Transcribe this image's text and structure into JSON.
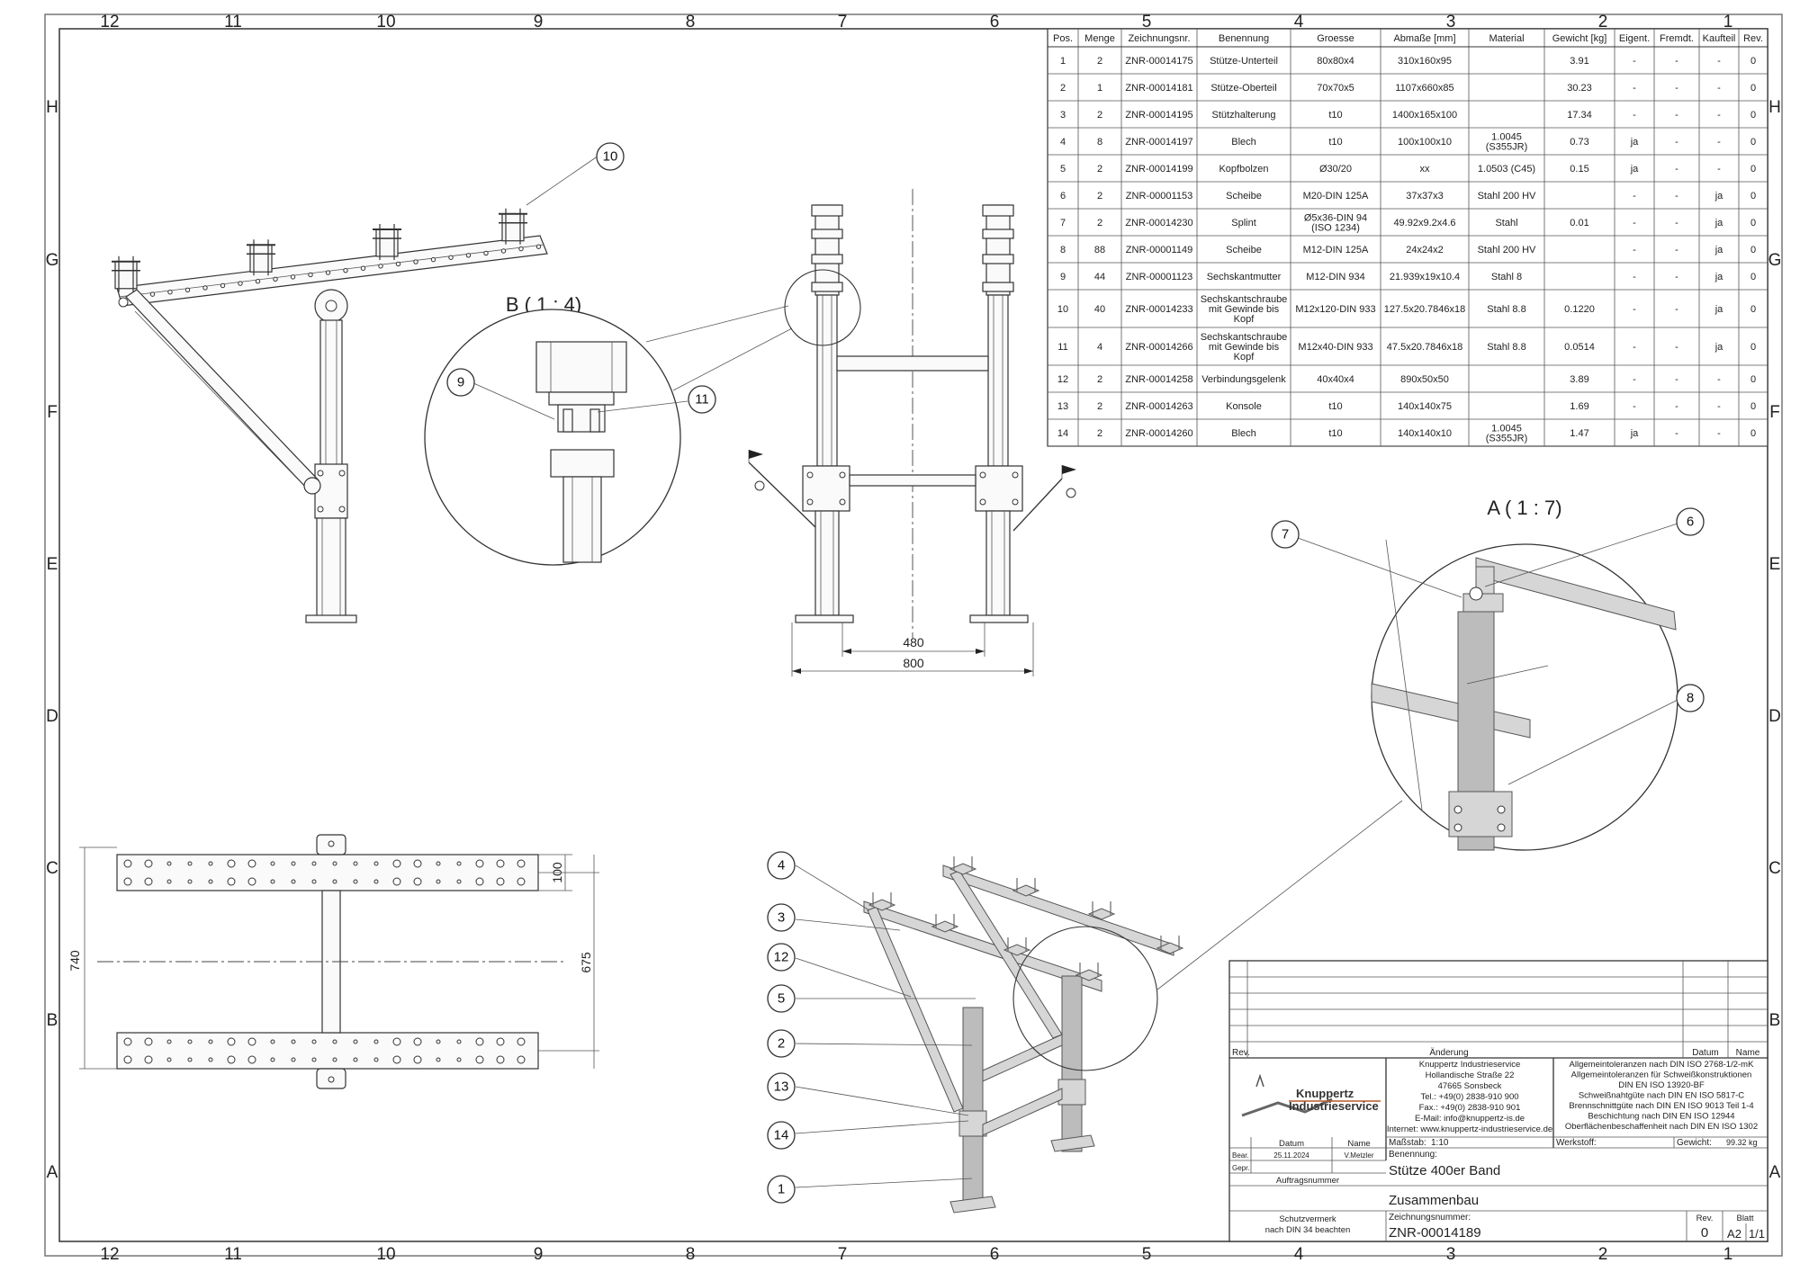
{
  "zones": {
    "columns": [
      "12",
      "11",
      "10",
      "9",
      "8",
      "7",
      "6",
      "5",
      "4",
      "3",
      "2",
      "1"
    ],
    "rows": [
      "H",
      "G",
      "F",
      "E",
      "D",
      "C",
      "B",
      "A"
    ]
  },
  "bom": {
    "headers": [
      "Pos.",
      "Menge",
      "Zeichnungsnr.",
      "Benennung",
      "Groesse",
      "Abmaße [mm]",
      "Material",
      "Gewicht [kg]",
      "Eigent.",
      "Fremdt.",
      "Kaufteil",
      "Rev."
    ],
    "rows": [
      [
        "1",
        "2",
        "ZNR-00014175",
        "Stütze-Unterteil",
        "80x80x4",
        "310x160x95",
        "",
        "3.91",
        "-",
        "-",
        "-",
        "0"
      ],
      [
        "2",
        "1",
        "ZNR-00014181",
        "Stütze-Oberteil",
        "70x70x5",
        "1107x660x85",
        "",
        "30.23",
        "-",
        "-",
        "-",
        "0"
      ],
      [
        "3",
        "2",
        "ZNR-00014195",
        "Stützhalterung",
        "t10",
        "1400x165x100",
        "",
        "17.34",
        "-",
        "-",
        "-",
        "0"
      ],
      [
        "4",
        "8",
        "ZNR-00014197",
        "Blech",
        "t10",
        "100x100x10",
        "1.0045 (S355JR)",
        "0.73",
        "ja",
        "-",
        "-",
        "0"
      ],
      [
        "5",
        "2",
        "ZNR-00014199",
        "Kopfbolzen",
        "Ø30/20",
        "xx",
        "1.0503 (C45)",
        "0.15",
        "ja",
        "-",
        "-",
        "0"
      ],
      [
        "6",
        "2",
        "ZNR-00001153",
        "Scheibe",
        "M20-DIN 125A",
        "37x37x3",
        "Stahl 200 HV",
        "",
        "-",
        "-",
        "ja",
        "0"
      ],
      [
        "7",
        "2",
        "ZNR-00014230",
        "Splint",
        "Ø5x36-DIN 94 (ISO 1234)",
        "49.92x9.2x4.6",
        "Stahl",
        "0.01",
        "-",
        "-",
        "ja",
        "0"
      ],
      [
        "8",
        "88",
        "ZNR-00001149",
        "Scheibe",
        "M12-DIN 125A",
        "24x24x2",
        "Stahl 200 HV",
        "",
        "-",
        "-",
        "ja",
        "0"
      ],
      [
        "9",
        "44",
        "ZNR-00001123",
        "Sechskantmutter",
        "M12-DIN 934",
        "21.939x19x10.4",
        "Stahl 8",
        "",
        "-",
        "-",
        "ja",
        "0"
      ],
      [
        "10",
        "40",
        "ZNR-00014233",
        "Sechskantschraube mit Gewinde bis Kopf",
        "M12x120-DIN 933",
        "127.5x20.7846x18",
        "Stahl 8.8",
        "0.1220",
        "-",
        "-",
        "ja",
        "0"
      ],
      [
        "11",
        "4",
        "ZNR-00014266",
        "Sechskantschraube mit Gewinde bis Kopf",
        "M12x40-DIN 933",
        "47.5x20.7846x18",
        "Stahl 8.8",
        "0.0514",
        "-",
        "-",
        "ja",
        "0"
      ],
      [
        "12",
        "2",
        "ZNR-00014258",
        "Verbindungsgelenk",
        "40x40x4",
        "890x50x50",
        "",
        "3.89",
        "-",
        "-",
        "-",
        "0"
      ],
      [
        "13",
        "2",
        "ZNR-00014263",
        "Konsole",
        "t10",
        "140x140x75",
        "",
        "1.69",
        "-",
        "-",
        "-",
        "0"
      ],
      [
        "14",
        "2",
        "ZNR-00014260",
        "Blech",
        "t10",
        "140x140x10",
        "1.0045 (S355JR)",
        "1.47",
        "ja",
        "-",
        "-",
        "0"
      ]
    ]
  },
  "views": {
    "detail_b_label": "B ( 1 : 4)",
    "detail_a_label": "A ( 1 : 7)",
    "dim_480": "480",
    "dim_800": "800",
    "dim_100": "100",
    "dim_740": "740",
    "dim_675": "675"
  },
  "balloons": [
    "10",
    "9",
    "11",
    "7",
    "6",
    "8",
    "4",
    "3",
    "12",
    "5",
    "2",
    "13",
    "14",
    "1"
  ],
  "title_block": {
    "rev_label": "Rev.",
    "change_label": "Änderung",
    "date_label": "Datum",
    "name_label": "Name",
    "company_lines": [
      "Knuppertz Industrieservice",
      "Hollandische Straße 22",
      "47665 Sonsbeck",
      "Tel.: +49(0) 2838-910 900",
      "Fax.: +49(0) 2838-910 901",
      "E-Mail: info@knuppertz-is.de",
      "Internet: www.knuppertz-industrieservice.de"
    ],
    "tolerance_lines": [
      "Allgemeintoleranzen nach DIN ISO 2768-1/2-mK",
      "Allgemeintoleranzen für Schweißkonstruktionen",
      "DIN EN ISO 13920-BF",
      "Schweißnahtgüte nach DIN EN ISO 5817-C",
      "Brennschnittgüte nach DIN EN ISO 9013 Teil 1-4",
      "Beschichtung nach DIN EN ISO 12944",
      "Oberflächenbeschaffenheit nach DIN EN ISO 1302"
    ],
    "logo_line1": "Knuppertz",
    "logo_line2": "Industrieservice",
    "datum_header": "Datum",
    "name_header": "Name",
    "massstab_label": "Maßstab:",
    "massstab_value": "1:10",
    "werkstoff_label": "Werkstoff:",
    "gewicht_label": "Gewicht:",
    "gewicht_value": "99.32 kg",
    "bearb_label": "Bear.",
    "bearb_date": "25.11.2024",
    "bearb_name": "V.Metzler",
    "gepr_label": "Gepr.",
    "benennung_label": "Benennung:",
    "title1": "Stütze   400er Band",
    "title2": "Zusammenbau",
    "auftrag_label": "Auftragsnummer",
    "schutz1": "Schutzvermerk",
    "schutz2": "nach DIN 34 beachten",
    "zeichnr_label": "Zeichnungsnummer:",
    "zeichnr_value": "ZNR-00014189",
    "rev_header": "Rev.",
    "rev_value": "0",
    "blatt_header": "Blatt",
    "format_value": "A2",
    "blatt_value": "1/1"
  }
}
